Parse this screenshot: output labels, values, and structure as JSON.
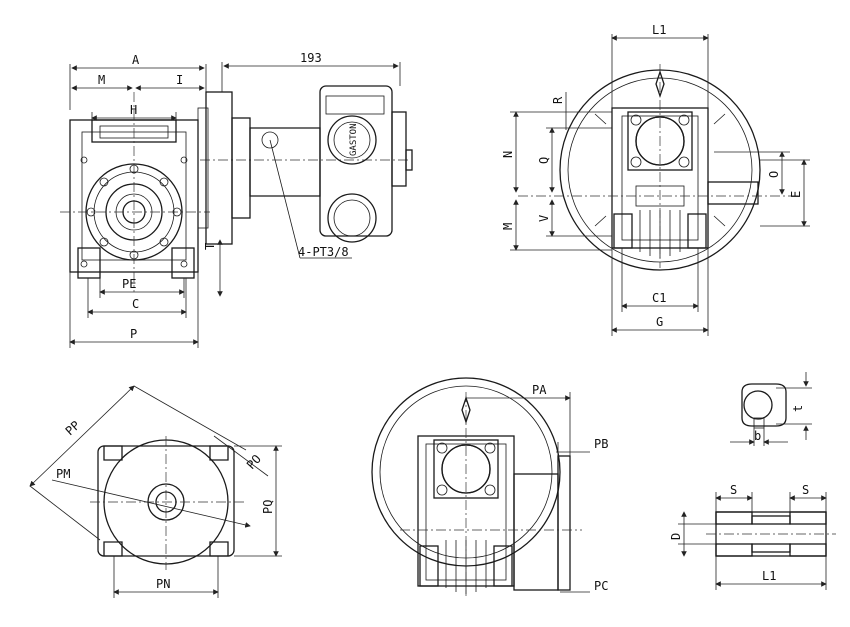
{
  "labels": {
    "A": "A",
    "M": "M",
    "I": "I",
    "H": "H",
    "dim193": "193",
    "port": "4-PT3/8",
    "brand": "GASTON",
    "PE": "PE",
    "C": "C",
    "P": "P",
    "T": "T",
    "L1": "L1",
    "R": "R",
    "N": "N",
    "Q": "Q",
    "M2": "M",
    "V": "V",
    "O": "O",
    "E": "E",
    "C1": "C1",
    "G": "G",
    "PP": "PP",
    "PM": "PM",
    "PQ": "PQ",
    "PO": "PO",
    "PN": "PN",
    "PA": "PA",
    "PB": "PB",
    "PC": "PC",
    "t": "t",
    "b": "b",
    "S1": "S",
    "S2": "S",
    "D": "D",
    "L1b": "L1"
  }
}
